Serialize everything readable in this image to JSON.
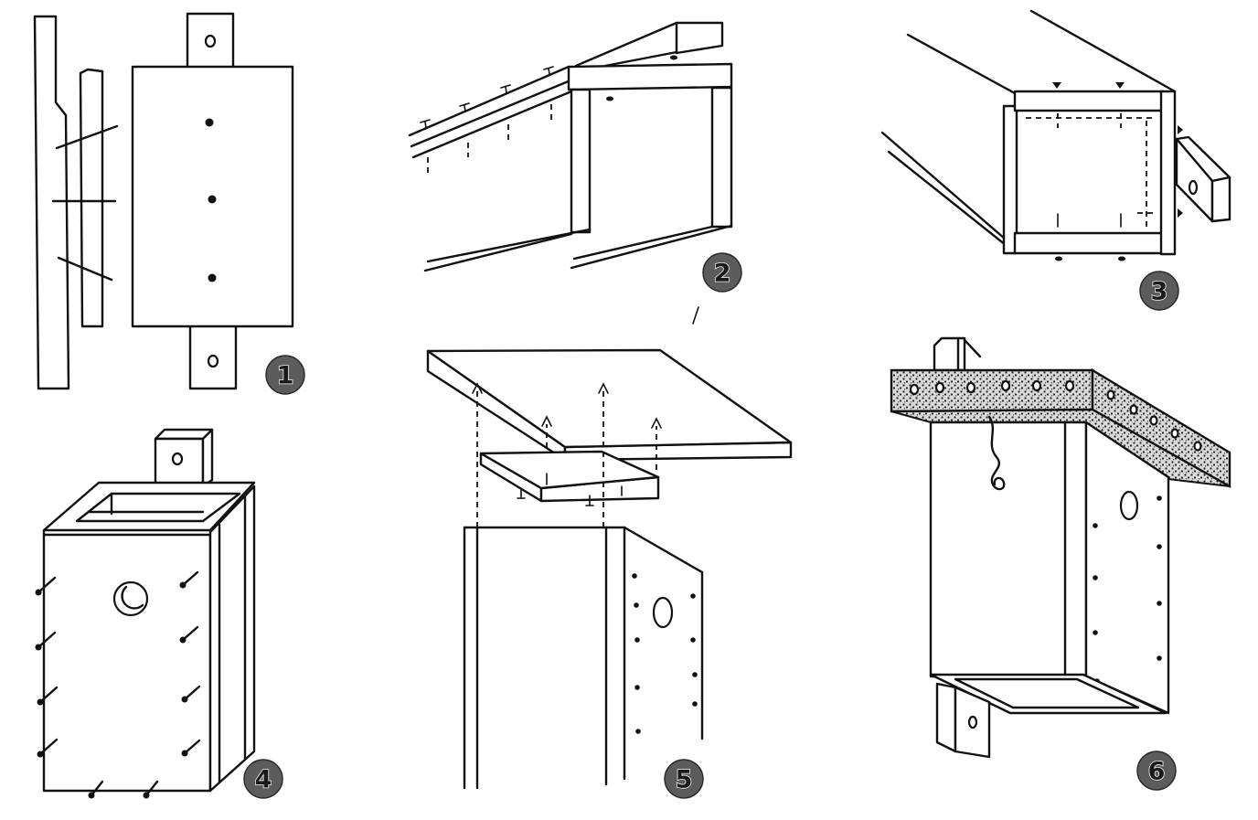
{
  "diagram": {
    "steps": [
      {
        "label": "1"
      },
      {
        "label": "2"
      },
      {
        "label": "3"
      },
      {
        "label": "4"
      },
      {
        "label": "5"
      },
      {
        "label": "6"
      }
    ]
  },
  "colors": {
    "line": "#111111",
    "badge_fill": "#5c5c5c",
    "background": "#ffffff"
  }
}
